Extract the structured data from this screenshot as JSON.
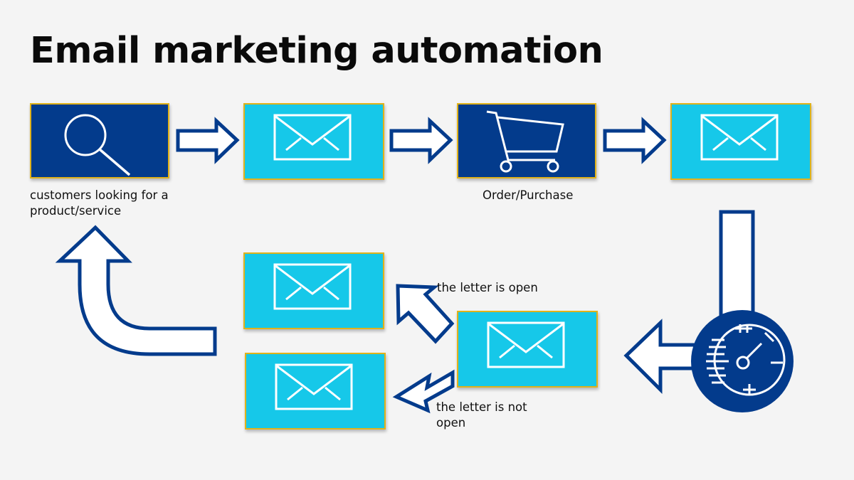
{
  "title": "Email marketing automation",
  "labels": {
    "search": "customers looking for a product/service",
    "order": "Order/Purchase",
    "open": "the letter is open",
    "not_open_line1": "the letter is not",
    "not_open_line2": "open"
  },
  "colors": {
    "dark_blue": "#033b8c",
    "light_blue": "#16c8e9",
    "gold_border": "#e0b21a"
  },
  "icons": [
    "search-icon",
    "envelope-icon",
    "shopping-cart-icon",
    "timer-icon"
  ]
}
